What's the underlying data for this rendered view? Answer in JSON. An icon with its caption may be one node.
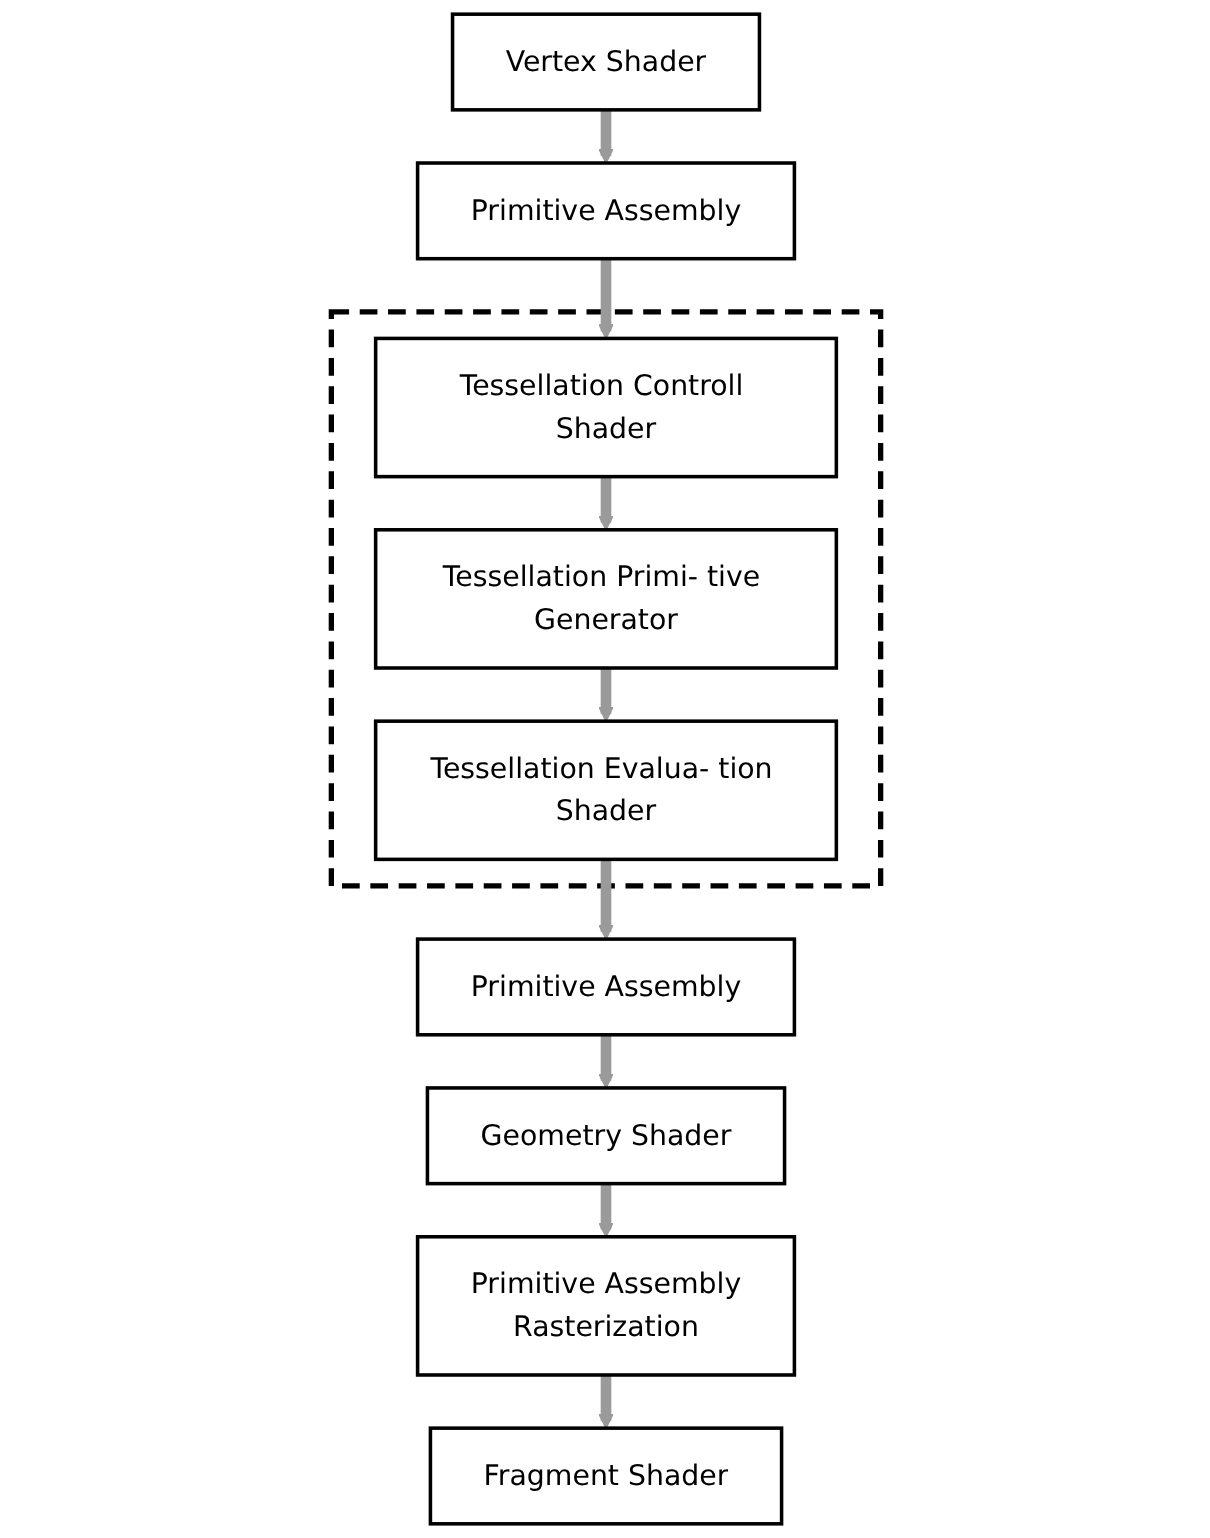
{
  "diagram": {
    "nodes": [
      {
        "text": [
          "Vertex Shader"
        ]
      },
      {
        "text": [
          "Primitive Assembly"
        ]
      },
      {
        "text": [],
        "shape": "box"
      },
      {
        "text": [
          "Tessellation Controll Shader"
        ],
        "in": 2
      },
      {
        "text": [
          "Tessellation Primi- tive Generator"
        ],
        "in": 2
      },
      {
        "text": [
          "Tessellation Evalua- tion Shader"
        ],
        "in": 2
      },
      {
        "text": [
          "Primitive Assembly"
        ]
      },
      {
        "text": [
          "Geometry Shader"
        ]
      },
      {
        "text": [
          "Primitive Assembly",
          "Rasterization"
        ]
      },
      {
        "text": [
          "Fragment Shader"
        ]
      }
    ],
    "edges": [
      {
        "from": 0,
        "to": 1,
        "arrow": "to"
      },
      {
        "from": 1,
        "to": 3,
        "arrow": "to"
      },
      {
        "from": 3,
        "to": 4,
        "arrow": "to"
      },
      {
        "from": 4,
        "to": 5,
        "arrow": "to"
      },
      {
        "from": 5,
        "to": 6,
        "arrow": "to"
      },
      {
        "from": 6,
        "to": 7,
        "arrow": "to"
      },
      {
        "from": 7,
        "to": 8,
        "arrow": "to"
      },
      {
        "from": 8,
        "to": 9,
        "arrow": "to"
      }
    ]
  }
}
